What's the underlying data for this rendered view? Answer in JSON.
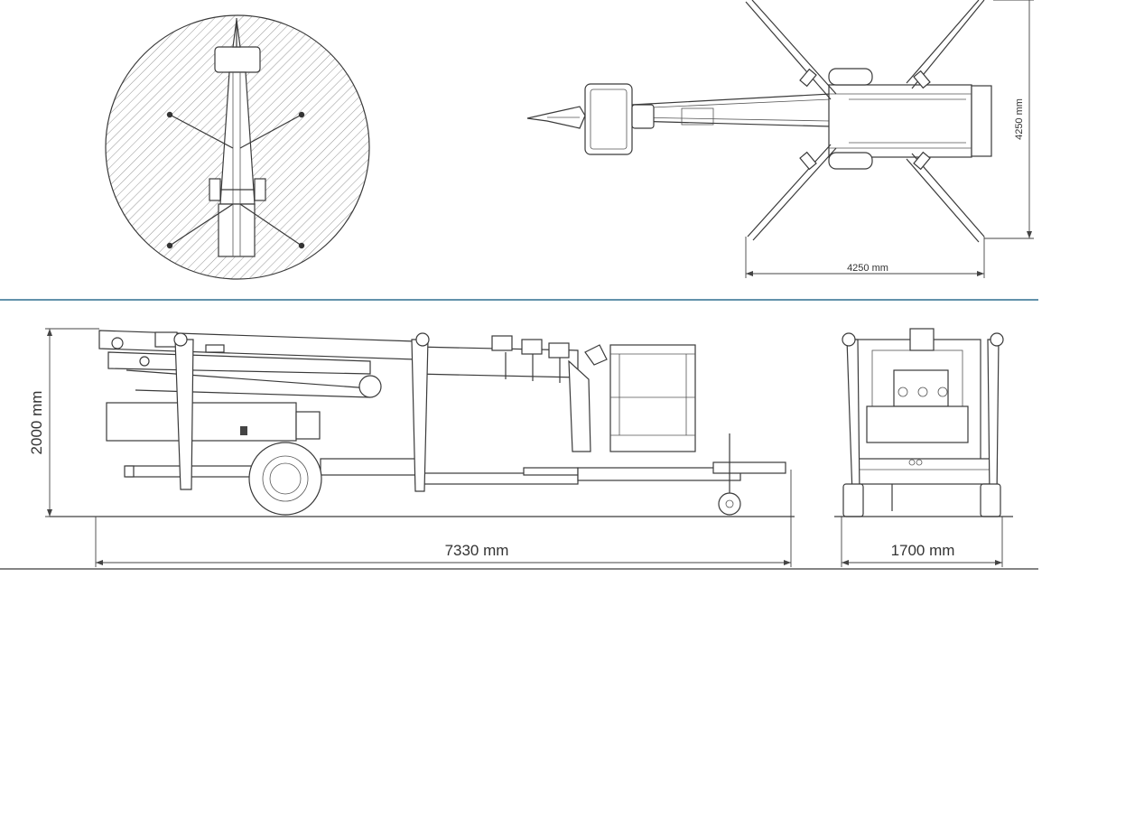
{
  "dimensions": {
    "side_length": "7330 mm",
    "side_height": "2000 mm",
    "front_width": "1700 mm",
    "top_outrigger_width": "4250 mm",
    "top_outrigger_length": "4250 mm"
  },
  "colors": {
    "separator_blue": "#2f6f8f",
    "line": "#3a3a3a",
    "hatch": "#8a8a8a"
  }
}
